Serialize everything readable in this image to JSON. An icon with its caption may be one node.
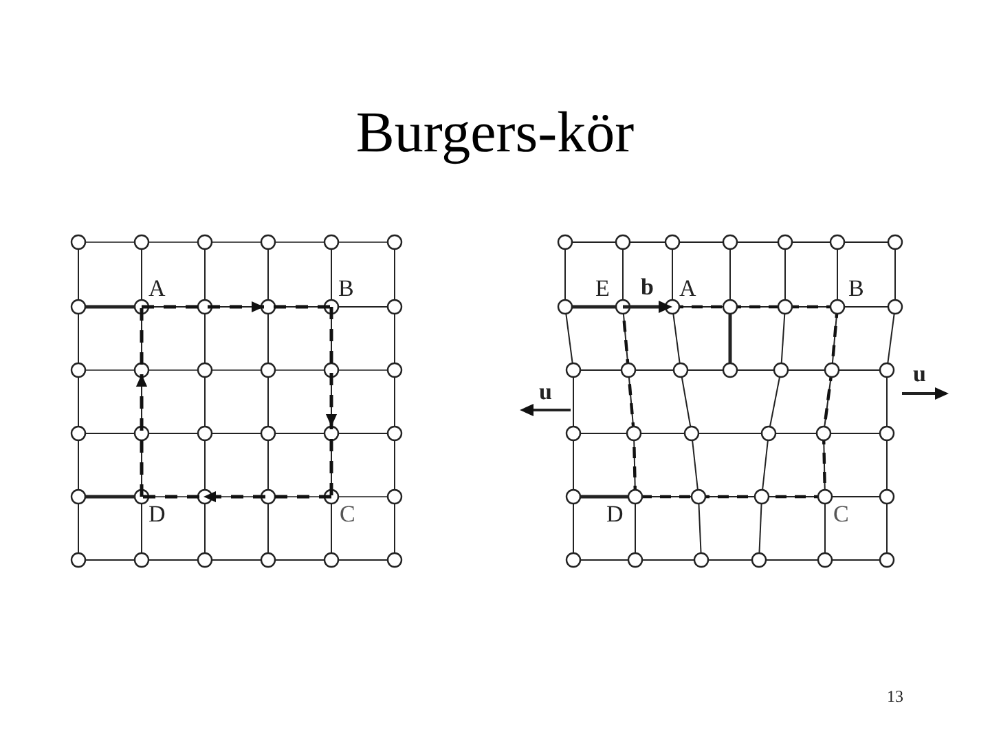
{
  "diagram": {
    "title": "Burgers-kör",
    "labels": [
      "A",
      "B",
      "D",
      "C",
      "E",
      "b",
      "A",
      "B",
      "u",
      "u",
      "D",
      "C",
      "13"
    ]
  }
}
